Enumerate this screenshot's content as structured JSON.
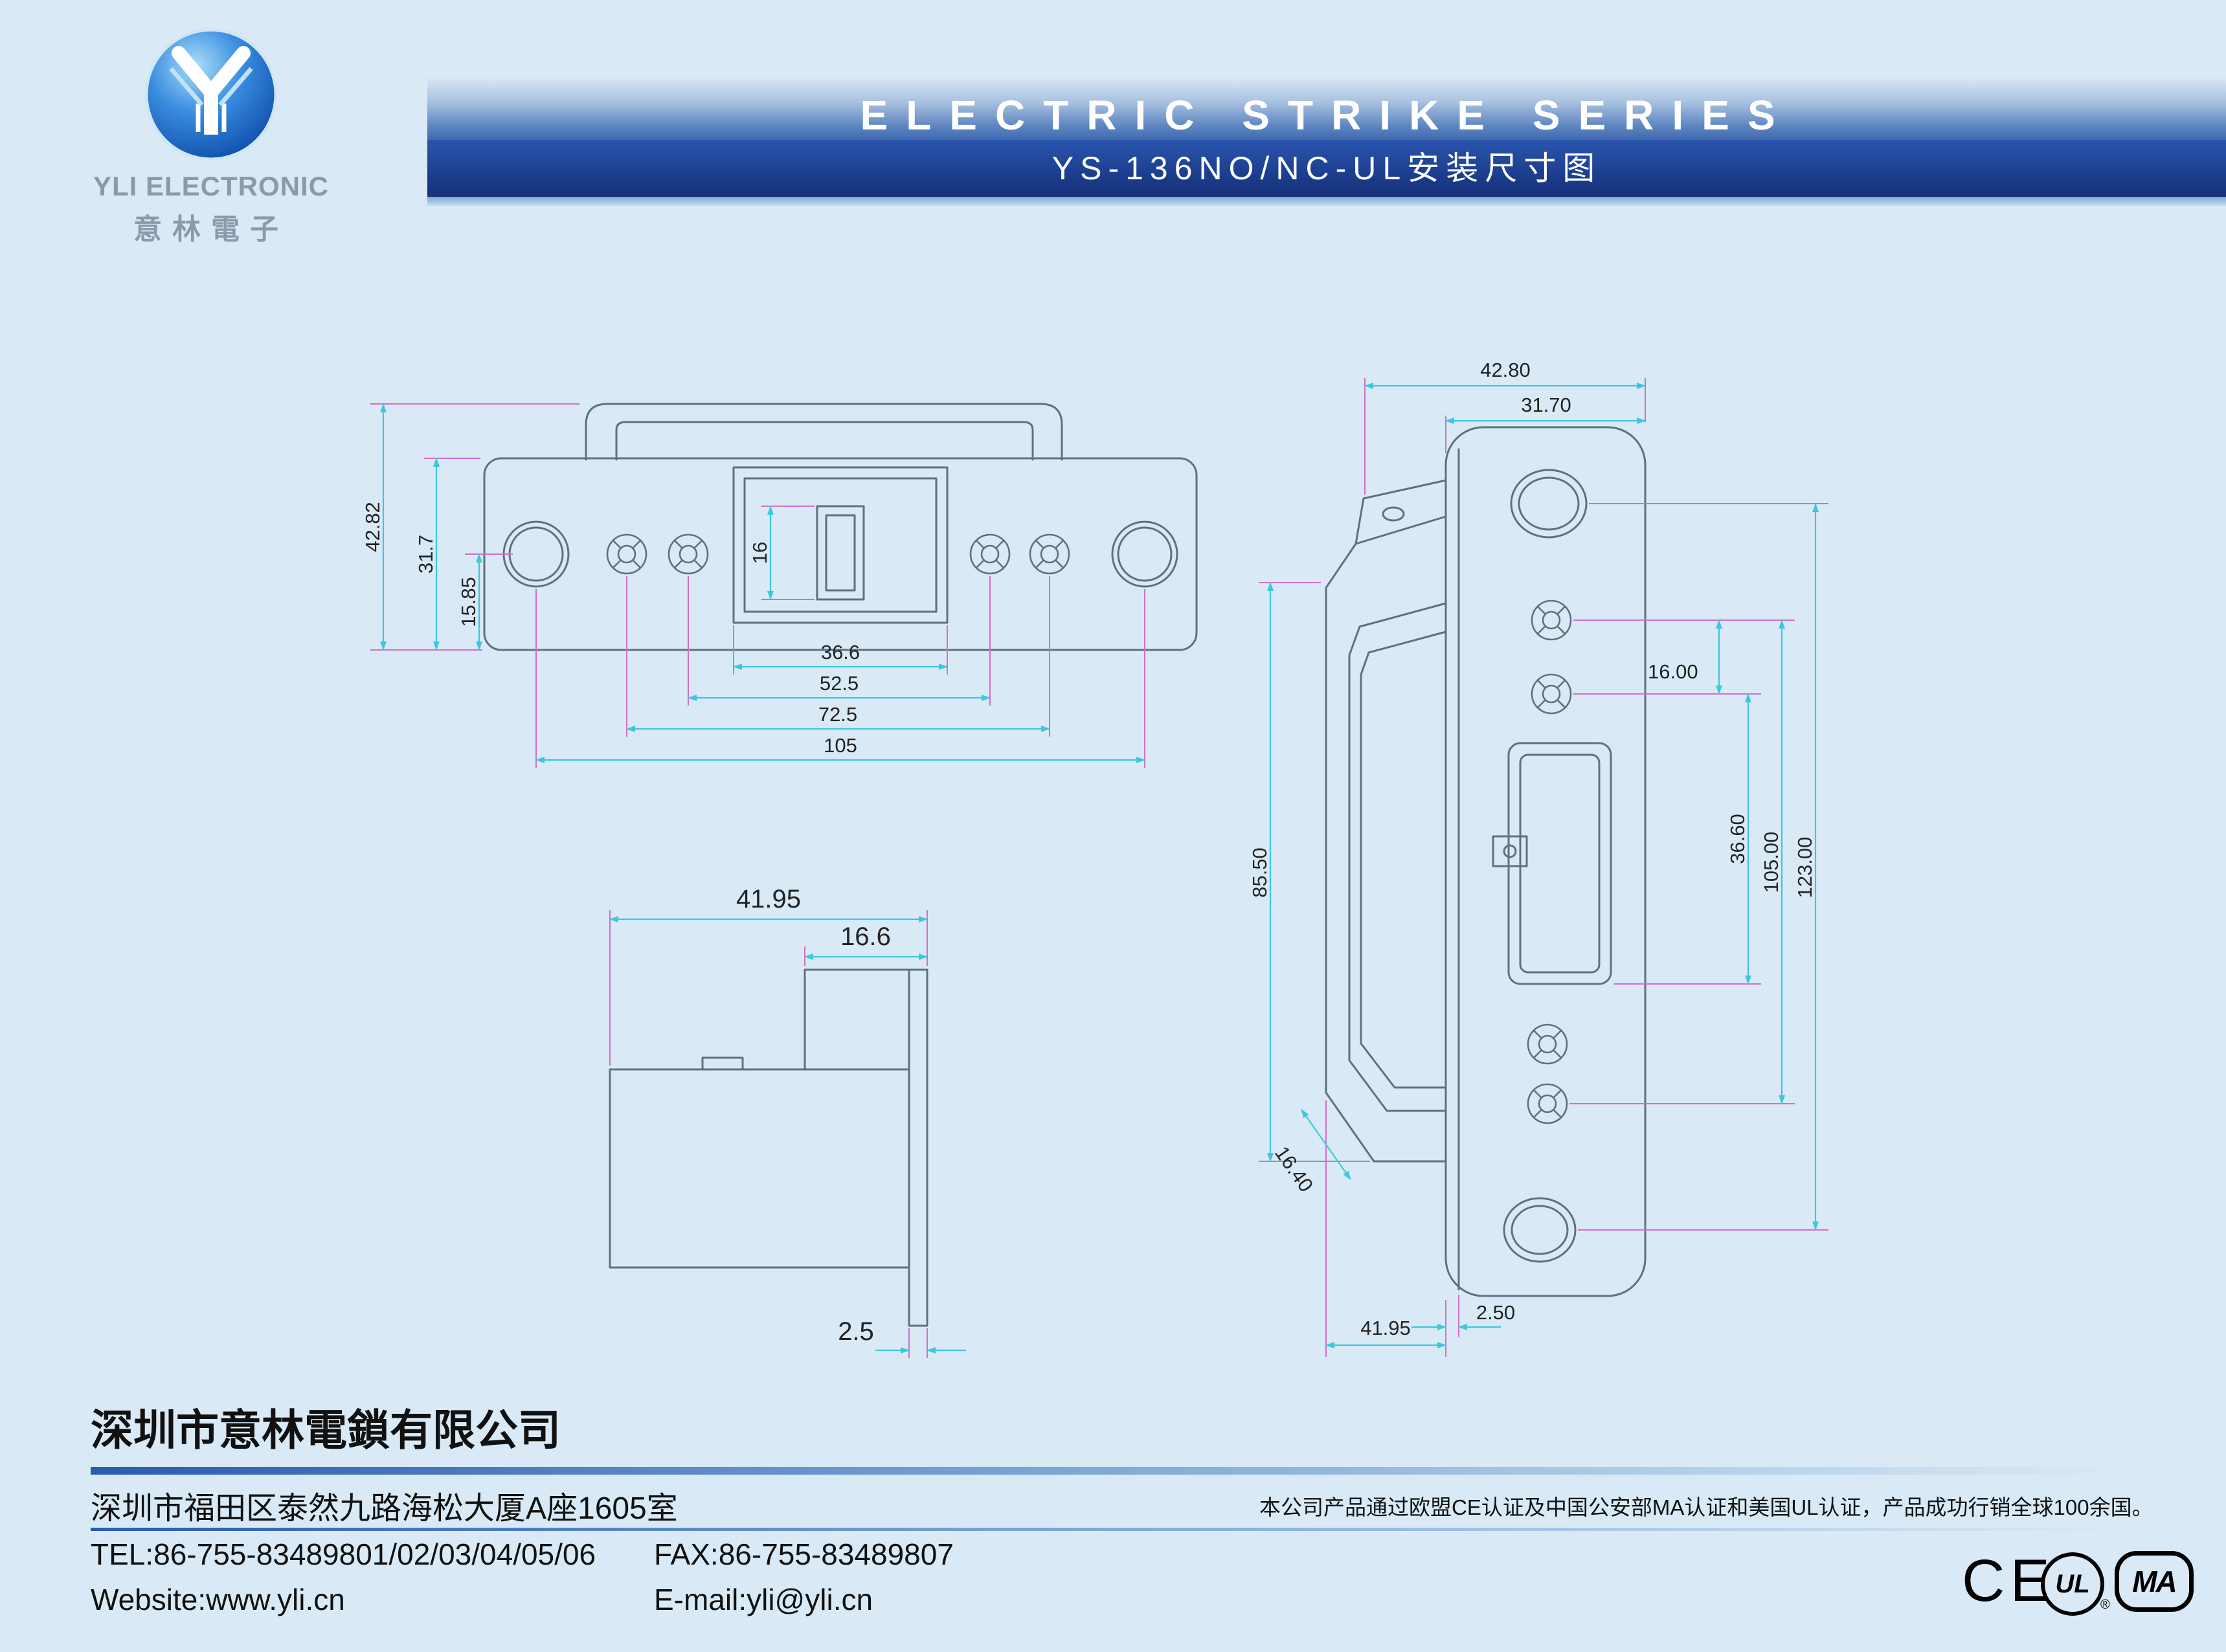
{
  "colors": {
    "page_bg": "#d9eaf6",
    "banner_blue": "#16337e",
    "dim_line_cyan": "#3fc6dc",
    "ext_line_magenta": "#d36fc6",
    "outline_gray": "#5f7080"
  },
  "logo": {
    "name_en": "YLI ELECTRONIC",
    "name_cn": "意林電子"
  },
  "header": {
    "title": "ELECTRIC STRIKE SERIES",
    "subtitle": "YS-136NO/NC-UL安装尺寸图"
  },
  "dims": {
    "front": {
      "overall_height": "42.82",
      "plate_height": "31.7",
      "half_height": "15.85",
      "latch": "16",
      "latch_width": "36.6",
      "screw_inner": "52.5",
      "screw_outer": "72.5",
      "mount_span": "105"
    },
    "side": {
      "depth": "41.95",
      "tab_depth": "16.6",
      "plate_thickness": "2.5"
    },
    "iso": {
      "total_width": "42.80",
      "plate_width": "31.70",
      "screw_gap": "16.00",
      "body_length": "85.50",
      "keeper_length": "36.60",
      "screw_span": "105.00",
      "plate_length": "123.00",
      "chamfer": "16.40",
      "body_depth": "41.95",
      "plate_thickness": "2.50"
    }
  },
  "footer": {
    "company": "深圳市意林電鎖有限公司",
    "address": "深圳市福田区泰然九路海松大厦A座1605室",
    "cert_note": "本公司产品通过欧盟CE认证及中国公安部MA认证和美国UL认证，产品成功行销全球100余国。",
    "tel": "TEL:86-755-83489801/02/03/04/05/06",
    "fax": "FAX:86-755-83489807",
    "website": "Website:www.yli.cn",
    "email": "E-mail:yli@yli.cn",
    "marks": {
      "ce": "CE",
      "ul": "UL",
      "ma": "MA",
      "reg": "®"
    }
  }
}
